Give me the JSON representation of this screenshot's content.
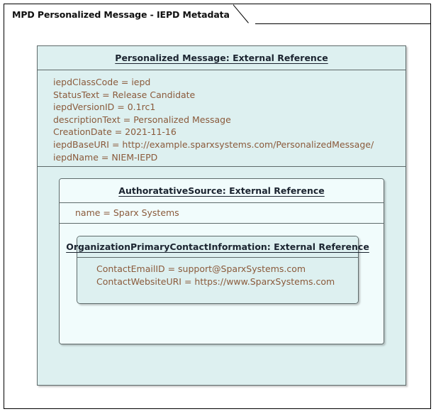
{
  "frame": {
    "tab_label": "MPD Personalized Message - IEPD Metadata"
  },
  "colors": {
    "fill_primary": "#ddf0f0",
    "fill_secondary": "#f1fcfc",
    "border": "#5e6a6a",
    "attribute_text": "#8a5a3b",
    "header_text": "#1b2430",
    "frame_border": "#000000",
    "page_background": "#ffffff"
  },
  "diagram": {
    "type": "uml-object-diagram",
    "boxes": [
      {
        "id": "personalized-message",
        "level": 1,
        "title": "Personalized Message: External Reference",
        "attributes": [
          "iepdClassCode = iepd",
          "StatusText = Release Candidate",
          "iepdVersionID = 0.1rc1",
          "descriptionText = Personalized Message",
          "CreationDate = 2021-11-16",
          "iepdBaseURI = http://example.sparxsystems.com/PersonalizedMessage/",
          "iepdName = NIEM-IEPD"
        ]
      },
      {
        "id": "authoratative-source",
        "level": 2,
        "title": "AuthoratativeSource: External Reference",
        "attributes": [
          "name = Sparx Systems"
        ]
      },
      {
        "id": "org-primary-contact",
        "level": 3,
        "title": "OrganizationPrimaryContactInformation: External Reference",
        "attributes": [
          "ContactEmailID = support@SparxSystems.com",
          "ContactWebsiteURI = https://www.SparxSystems.com"
        ]
      }
    ]
  }
}
